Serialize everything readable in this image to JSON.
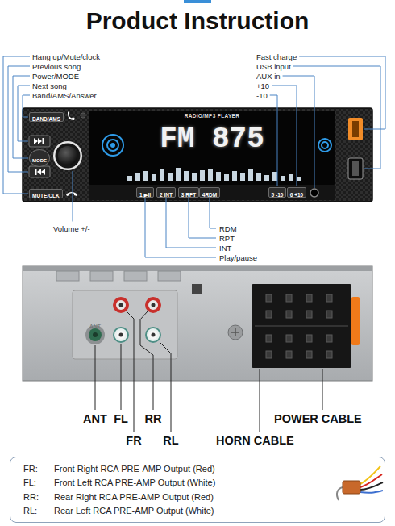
{
  "diagram": {
    "title": "Product Instruction",
    "nodes": [
      {
        "text": [
          "BAND/AMS"
        ]
      },
      {
        "text": [
          "RADIO/MP3 PLAYER",
          "FM 875"
        ]
      },
      {
        "text": [
          "MODE"
        ]
      },
      {
        "text": [
          "MUTE/CLK"
        ]
      },
      {
        "text": [
          "1 ▶II"
        ]
      },
      {
        "text": [
          "2 INT"
        ]
      },
      {
        "text": [
          "3 RPT"
        ]
      },
      {
        "text": [
          "4RDM"
        ]
      },
      {
        "text": [
          "5 -10"
        ]
      },
      {
        "text": [
          "6 +10"
        ]
      },
      {
        "text": [
          "FR:",
          "Front Right RCA PRE-AMP Output (Red)",
          "FL:",
          "Front Left RCA PRE-AMP Output (White)",
          "RR:",
          "Rear Right RCA PRE-AMP Output (Red)",
          "RL:",
          "Rear Left RCA PRE-AMP Output (White)"
        ]
      }
    ],
    "labels": [
      "Hang up/Mute/clock",
      "Previous song",
      "Power/MODE",
      "Next song",
      "Band/AMS/Answer",
      "Fast charge",
      "USB input",
      "AUX in",
      "+10",
      "-10",
      "Volume +/-",
      "RDM",
      "RPT",
      "INT",
      "Play/pause",
      "ANT",
      "ANT",
      "FL",
      "RR",
      "FR",
      "RL",
      "POWER CABLE",
      "HORN CABLE"
    ]
  }
}
